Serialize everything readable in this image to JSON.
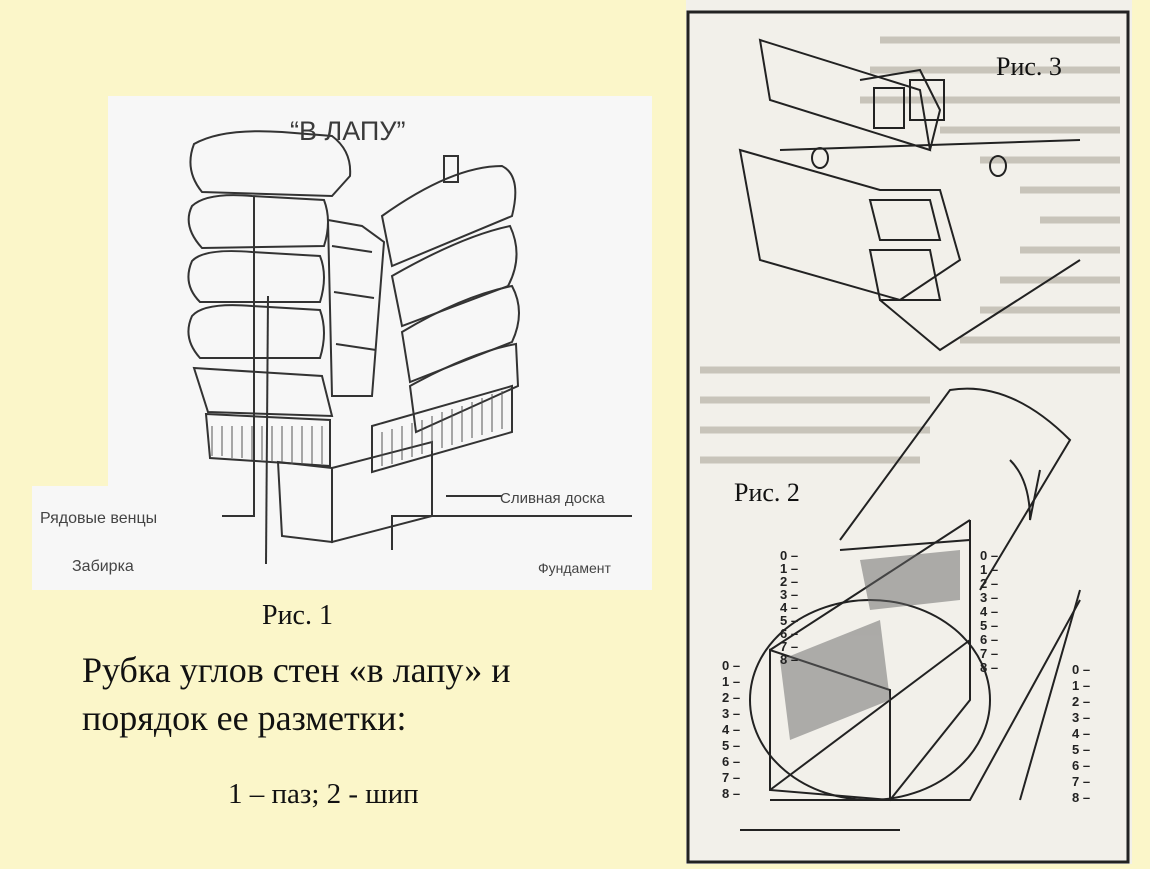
{
  "figure1": {
    "title": "“В ЛАПУ”",
    "labels": {
      "ryadovye": "Рядовые венцы",
      "zabirka": "Забирка",
      "slivnaya": "Сливная доска",
      "fundament": "Фундамент"
    }
  },
  "figure2": {
    "scale_left_a": [
      "0",
      "1",
      "2",
      "3",
      "4",
      "5",
      "6",
      "7",
      "8"
    ],
    "scale_left_b": [
      "0",
      "1",
      "2",
      "3",
      "4",
      "5",
      "6",
      "7",
      "8"
    ],
    "scale_right_a": [
      "0",
      "1",
      "2",
      "3",
      "4",
      "5",
      "6",
      "7",
      "8"
    ],
    "scale_right_b": [
      "0",
      "1",
      "2",
      "3",
      "4",
      "5",
      "6",
      "7",
      "8"
    ]
  },
  "captions": {
    "ris3": "Рис. 3",
    "ris2": "Рис. 2",
    "ris1": "Рис. 1",
    "main_line1": "Рубка углов стен «в лапу» и",
    "main_line2": "порядок ее разметки:",
    "legend": "1 – паз; 2 - шип"
  },
  "colors": {
    "background": "#fbf6c9",
    "figure1_bg": "#f7f7f7",
    "figure2_bg": "#f2f0ea"
  }
}
